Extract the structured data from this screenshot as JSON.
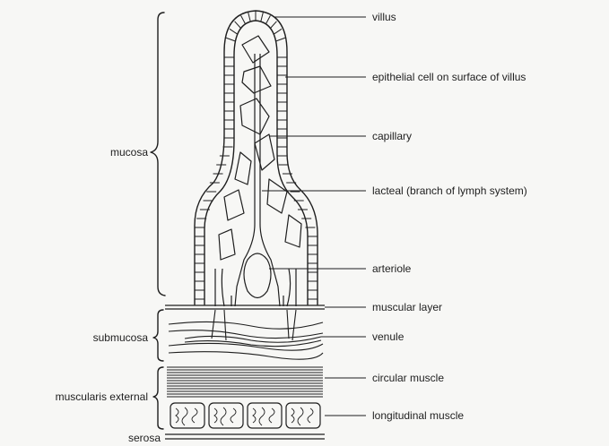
{
  "labels_right": {
    "villus": "villus",
    "epithelial_cell": "epithelial cell on surface of villus",
    "capillary": "capillary",
    "lacteal": "lacteal (branch of lymph system)",
    "arteriole": "arteriole",
    "muscular_layer": "muscular layer",
    "venule": "venule",
    "circular_muscle": "circular muscle",
    "longitudinal_muscle": "longitudinal muscle"
  },
  "labels_left": {
    "mucosa": "mucosa",
    "submucosa": "submucosa",
    "muscularis_external": "muscularis external",
    "serosa": "serosa"
  },
  "colors": {
    "ink": "#1e1e1e",
    "background": "#f7f7f5"
  }
}
